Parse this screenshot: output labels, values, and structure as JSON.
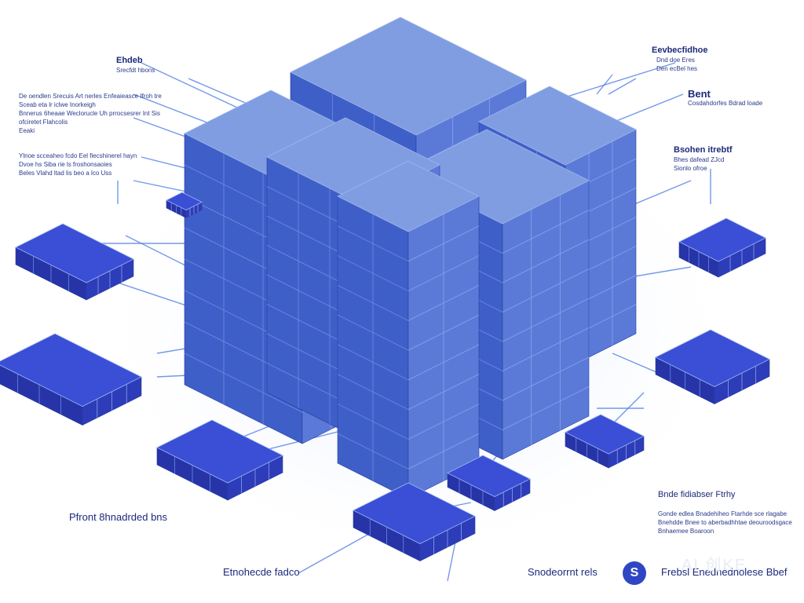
{
  "labels": {
    "top_left": {
      "title": "Ehdeb",
      "lines": [
        "Srecfdt hbons"
      ]
    },
    "mid_left": {
      "title": "",
      "lines": [
        "De oendlen Srecuis Art nerles Enfeaieasce Ifroh tre",
        "Sceab eta lr iclwe Inorkeigh",
        "Bnnerus 6heaae Weclorucle Uh prrocsesrer Int Sis",
        "ofciretet Flahcolis",
        "Eeaki"
      ]
    },
    "lower_left": {
      "title": "",
      "lines": [
        "Ylnoe scceaheo fcdo Eel fiecshinerel hayn",
        "Dvoe hs Siba rie ls froshonsaoies",
        "Beles Vlahd ltad lis beo a lco Uss"
      ]
    },
    "top_right": {
      "title": "Eevbecfidhoe",
      "lines": [
        "Dnd doe Eres",
        "Den ecBel hes"
      ]
    },
    "mid_right": {
      "title": "Bent",
      "lines": [
        "Cosdahdorfes Bdrad loade"
      ]
    },
    "right_mid2": {
      "title": "Bsohen itrebtf",
      "lines": [
        "Bhes dafead ZJcd",
        "Sionlo ofroe"
      ]
    },
    "lower_right": {
      "title": "Bnde fidiabser Ftrhy",
      "lines": [
        "Gonde edlea Bnadehiheo Ftarhde sce rlagabe",
        "Bnehdde Bnee to aberbadhhtae deouroodsgace",
        "Bnhaemee Boaroon"
      ]
    },
    "bottom_left": {
      "title": "Pfront 8hnadrded bns"
    },
    "bottom_mid": {
      "title": "Etnohecde fadco"
    },
    "bottom_right1": {
      "title": "Snodeorrnt rels"
    },
    "bottom_right2": {
      "title": "Frebsl Enednednolese Bbef"
    }
  },
  "logo": {
    "glyph": "S"
  },
  "watermark": "AI 创KE",
  "colors": {
    "block_top": "#7f9de0",
    "block_left": "#3f5fc8",
    "block_right": "#5b7ad8",
    "module_top": "#3a4ed6",
    "module_left": "#2634a8",
    "module_right": "#2d3cb8",
    "line": "#5b86e6",
    "text": "#2a3a8c"
  }
}
